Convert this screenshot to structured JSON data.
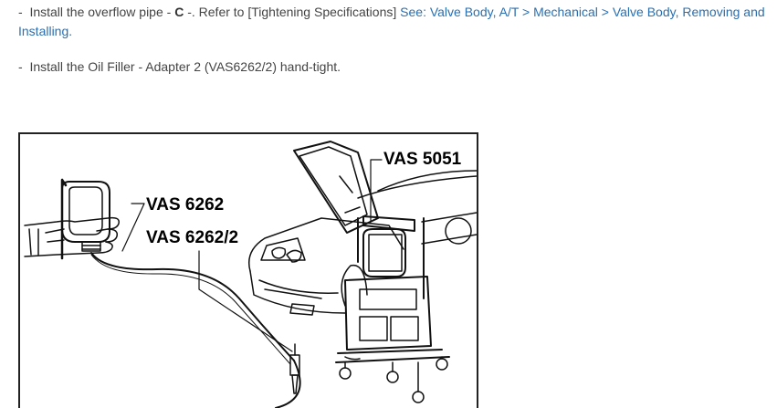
{
  "instructions": {
    "step1": {
      "bullet": "-",
      "text_before": "Install the overflow pipe - ",
      "part_letter": "C",
      "text_after": " -. Refer to [Tightening Specifications] ",
      "link": "See: Valve Body, A/T > Mechanical > Valve Body, Removing and Installing."
    },
    "step2": {
      "bullet": "-",
      "text": "Install the Oil Filler - Adapter 2 (VAS6262/2) hand-tight."
    }
  },
  "figure": {
    "callouts": {
      "vas5051": "VAS 5051",
      "vas6262": "VAS 6262",
      "vas6262_2": "VAS 6262/2"
    }
  }
}
